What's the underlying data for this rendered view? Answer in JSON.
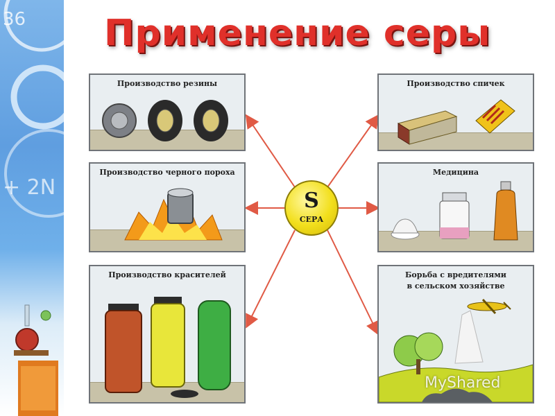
{
  "title": "Применение серы",
  "center": {
    "symbol": "S",
    "name": "СЕРА"
  },
  "panels": {
    "rubber": "Производство резины",
    "matches": "Производство спичек",
    "gunpowder": "Производство черного пороха",
    "medicine": "Медицина",
    "dyes": "Производство красителей",
    "pest_control_line1": "Борьба с вредителями",
    "pest_control_line2": "в сельском хозяйстве"
  },
  "background_text": {
    "top": "36",
    "middle": "+ 2N"
  },
  "watermark": "MyShared",
  "colors": {
    "title": "#e0302a",
    "arrow": "#e05a45",
    "panel_bg": "#e9eef1",
    "sulfur": "#f2df1c"
  }
}
